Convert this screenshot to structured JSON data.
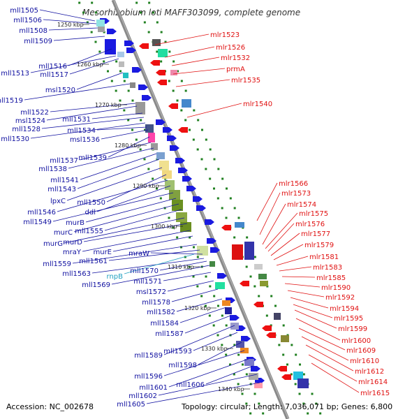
{
  "title": "Mesorhizobium loti MAFF303099, complete genome",
  "footer": {
    "accession": "Accession: NC_002678",
    "topology": "Topology: circular; Length: 7,036,071 bp; Genes: 6,800"
  },
  "colors": {
    "left_labels": "#1010a0",
    "right_labels": "#e01010",
    "rna_label": "#20a0c0",
    "backbone": "#888888",
    "tick_marks": "#208020"
  },
  "kbp_ticks": [
    "1250 kbp",
    "1260 kbp",
    "1270 kbp",
    "1280 kbp",
    "1290 kbp",
    "1300 kbp",
    "1310 kbp",
    "1320 kbp",
    "1330 kbp",
    "1340 kbp"
  ],
  "left_genes": [
    "mll1505",
    "mll1506",
    "mll1508",
    "mll1509",
    "mll1516",
    "mll1513",
    "mll1517",
    "msl1520",
    "mll1519",
    "mll1522",
    "msl1524",
    "mll1531",
    "mll1528",
    "mll1530",
    "mll1534",
    "msl1536",
    "mll1539",
    "mll1537",
    "mll1538",
    "mll1541",
    "mll1543",
    "lpxC",
    "mll1550",
    "mll1546",
    "ddl",
    "mll1549",
    "murB",
    "murC",
    "mll1555",
    "murG",
    "murD",
    "mraY",
    "murE",
    "mll1559",
    "mll1561",
    "mraW",
    "mll1563",
    "mll1570",
    "mll1569",
    "mll1571",
    "msl1572",
    "mll1578",
    "mll1582",
    "mll1584",
    "mll1587",
    "mll1589",
    "mll1593",
    "mll1598",
    "mll1596",
    "mll1601",
    "mll1606",
    "mll1602",
    "mll1605"
  ],
  "rna_genes": [
    "rnpB"
  ],
  "right_genes": [
    "mlr1523",
    "mlr1526",
    "mlr1532",
    "prmA",
    "mlr1535",
    "mlr1540",
    "mlr1566",
    "mlr1573",
    "mlr1574",
    "mlr1575",
    "mlr1576",
    "mlr1577",
    "mlr1579",
    "mlr1581",
    "mlr1583",
    "mlr1585",
    "mlr1590",
    "mlr1592",
    "mlr1594",
    "mlr1595",
    "mlr1599",
    "mlr1600",
    "mlr1609",
    "mlr1610",
    "mlr1612",
    "mlr1614",
    "mlr1615"
  ]
}
